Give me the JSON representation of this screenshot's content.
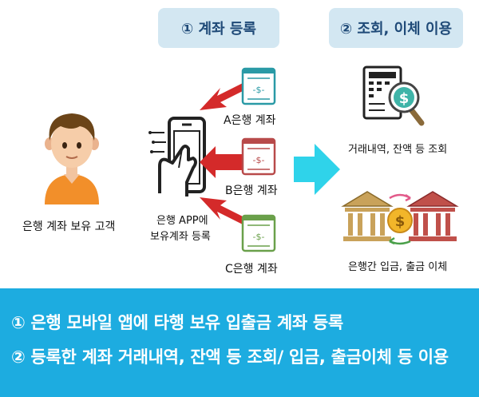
{
  "steps": {
    "step1_label": "① 계좌 등록",
    "step2_label": "② 조회, 이체 이용"
  },
  "customer": {
    "label": "은행 계좌 보유 고객"
  },
  "app": {
    "label_line1": "은행 APP에",
    "label_line2": "보유계좌 등록"
  },
  "accounts": [
    {
      "label": "A은행 계좌",
      "symbol": "-$-",
      "color": "#2a9aa6"
    },
    {
      "label": "B은행 계좌",
      "symbol": "-$-",
      "color": "#b84a4a"
    },
    {
      "label": "C은행 계좌",
      "symbol": "-$-",
      "color": "#6aa04a"
    }
  ],
  "results": {
    "inquiry_label": "거래내역, 잔액 등 조회",
    "transfer_label": "은행간 입금, 출금 이체"
  },
  "summary": {
    "line1": "① 은행 모바일 앱에 타행 보유 입출금 계좌 등록",
    "line2": "② 등록한 계좌 거래내역, 잔액 등 조회/ 입금, 출금이체 등 이용"
  },
  "colors": {
    "pill_bg": "#d3e7f2",
    "pill_text": "#1f4a78",
    "bottom_banner": "#1dace0",
    "arrow_red": "#d42a2a",
    "arrow_cyan": "#2fd3ea"
  }
}
